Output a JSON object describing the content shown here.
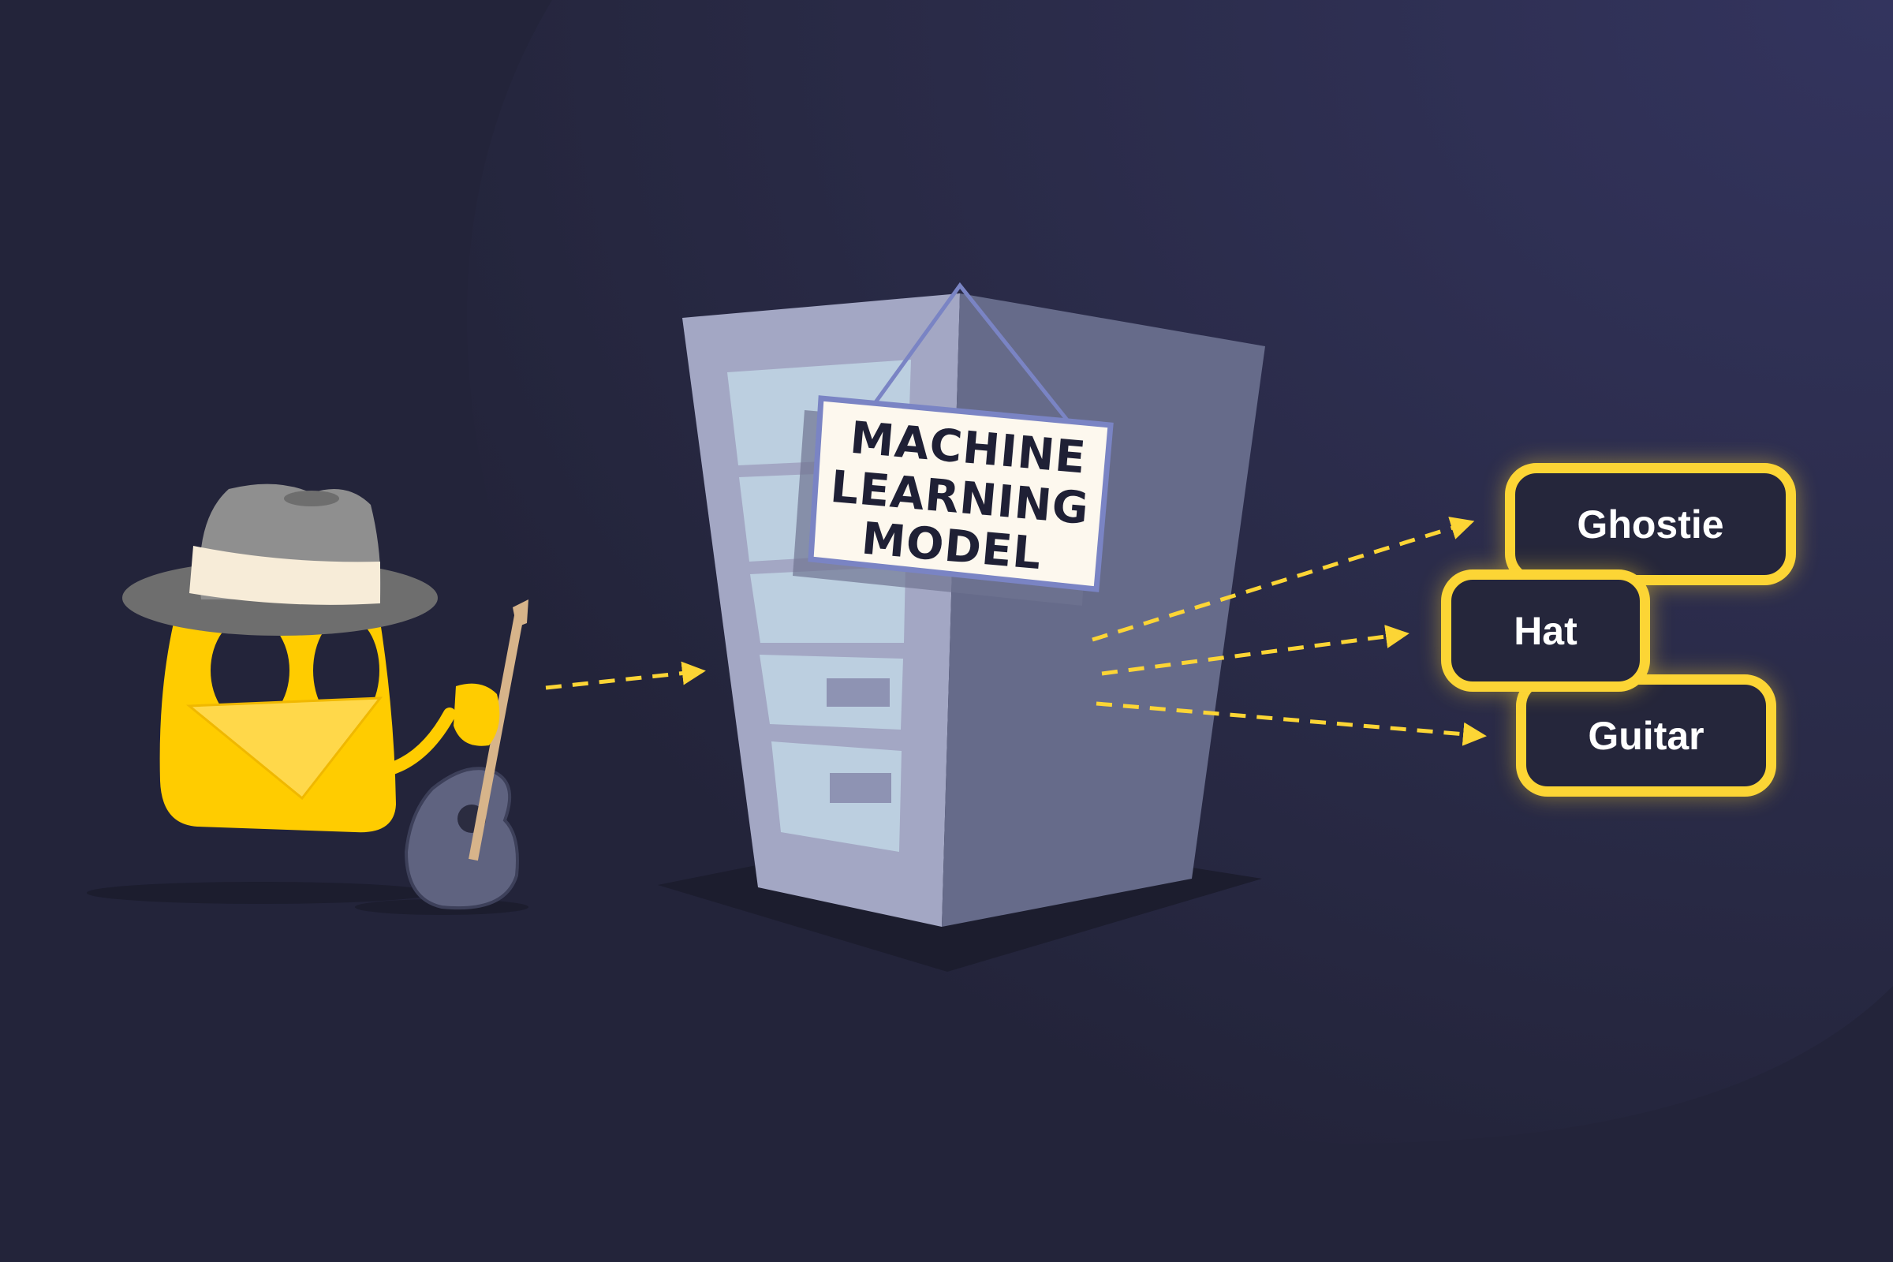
{
  "sign": {
    "lines": [
      "MACHINE",
      "LEARNING",
      "MODEL"
    ]
  },
  "outputs": [
    {
      "label": "Ghostie"
    },
    {
      "label": "Hat"
    },
    {
      "label": "Guitar"
    }
  ],
  "colors": {
    "background": "#23243a",
    "accent": "#fcd535",
    "character": "#ffcc00",
    "box_fill": "#25263b"
  }
}
